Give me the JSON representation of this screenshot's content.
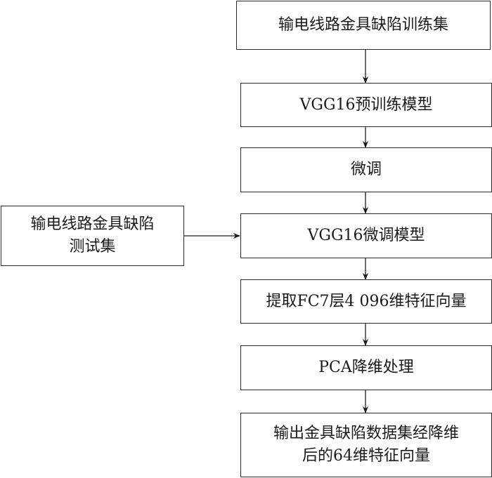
{
  "diagram": {
    "type": "flowchart",
    "nodes": [
      {
        "id": "train_set",
        "lines": [
          "输电线路金具缺陷训练集"
        ]
      },
      {
        "id": "pretrained",
        "lines": [
          "VGG16预训练模型"
        ]
      },
      {
        "id": "finetune",
        "lines": [
          "微调"
        ]
      },
      {
        "id": "finetuned_model",
        "lines": [
          "VGG16微调模型"
        ]
      },
      {
        "id": "extract",
        "lines": [
          "提取FC7层4 096维特征向量"
        ]
      },
      {
        "id": "pca",
        "lines": [
          "PCA降维处理"
        ]
      },
      {
        "id": "output",
        "lines": [
          "输出金具缺陷数据集经降维",
          "后的64维特征向量"
        ]
      },
      {
        "id": "test_set",
        "lines": [
          "输电线路金具缺陷",
          "测试集"
        ]
      }
    ],
    "edges": [
      {
        "from": "train_set",
        "to": "pretrained"
      },
      {
        "from": "pretrained",
        "to": "finetune"
      },
      {
        "from": "finetune",
        "to": "finetuned_model"
      },
      {
        "from": "test_set",
        "to": "finetuned_model"
      },
      {
        "from": "finetuned_model",
        "to": "extract"
      },
      {
        "from": "extract",
        "to": "pca"
      },
      {
        "from": "pca",
        "to": "output"
      }
    ]
  }
}
